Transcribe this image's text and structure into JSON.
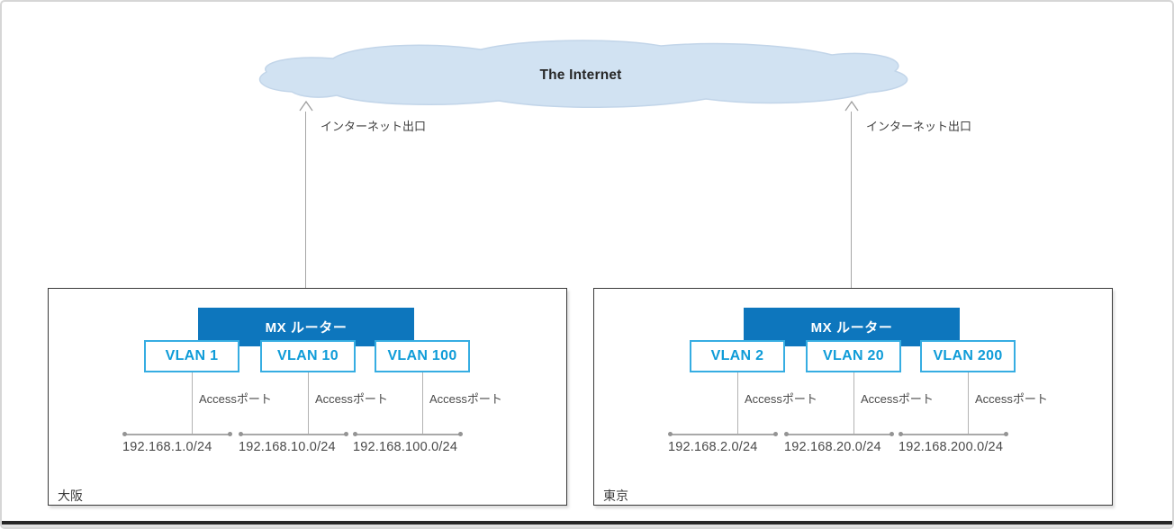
{
  "diagram": {
    "internet": {
      "label": "The Internet"
    },
    "uplinks": [
      {
        "label": "インターネット出口"
      },
      {
        "label": "インターネット出口"
      }
    ],
    "sites": [
      {
        "name": "大阪",
        "router": "MX ルーター",
        "vlans": [
          {
            "name": "VLAN 1",
            "port": "Accessポート",
            "subnet": "192.168.1.0/24"
          },
          {
            "name": "VLAN 10",
            "port": "Accessポート",
            "subnet": "192.168.10.0/24"
          },
          {
            "name": "VLAN 100",
            "port": "Accessポート",
            "subnet": "192.168.100.0/24"
          }
        ]
      },
      {
        "name": "東京",
        "router": "MX ルーター",
        "vlans": [
          {
            "name": "VLAN 2",
            "port": "Accessポート",
            "subnet": "192.168.2.0/24"
          },
          {
            "name": "VLAN 20",
            "port": "Accessポート",
            "subnet": "192.168.20.0/24"
          },
          {
            "name": "VLAN 200",
            "port": "Accessポート",
            "subnet": "192.168.200.0/24"
          }
        ]
      }
    ]
  },
  "colors": {
    "router_blue": "#0d76bd",
    "vlan_border": "#36ade2",
    "vlan_text": "#0f9cd8",
    "cloud_fill": "#d1e2f2",
    "cloud_stroke": "#c2d5e9",
    "line_gray": "#a9a9a9",
    "site_border": "#3a3a3a",
    "text_dark": "#3f3f3f"
  }
}
